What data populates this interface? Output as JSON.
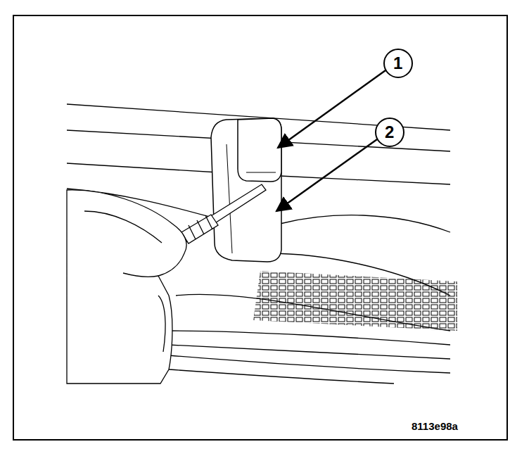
{
  "diagram": {
    "labels": [
      "1",
      "2",
      "8113e98a"
    ]
  }
}
